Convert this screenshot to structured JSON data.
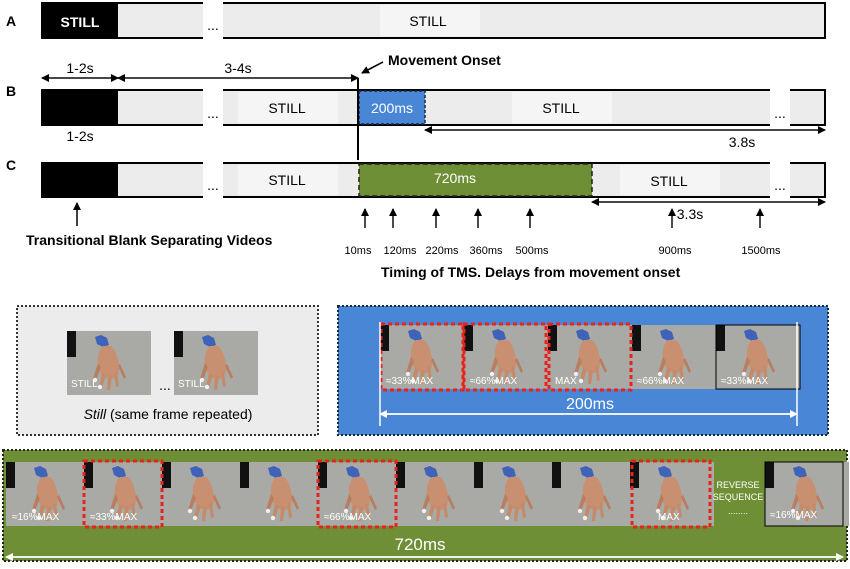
{
  "rows": {
    "a": {
      "letter": "A",
      "black_label": "STILL",
      "dots": "...",
      "still_label": "STILL"
    },
    "b": {
      "letter": "B",
      "interval_1": "1-2s",
      "interval_2": "3-4s",
      "below_black": "1-2s",
      "dots_1": "...",
      "still_1": "STILL",
      "highlight": "200ms",
      "still_2": "STILL",
      "dots_2": "...",
      "duration": "3.8s",
      "movement_onset": "Movement Onset"
    },
    "c": {
      "letter": "C",
      "dots_1": "...",
      "still_1": "STILL",
      "highlight": "720ms",
      "still_2": "STILL",
      "dots_2": "...",
      "duration": "3.3s",
      "transitional": "Transitional Blank Separating Videos",
      "tms_ticks": [
        "10ms",
        "120ms",
        "220ms",
        "360ms",
        "500ms",
        "900ms",
        "1500ms"
      ],
      "tms_title": "Timing of TMS. Delays from movement onset"
    }
  },
  "panels": {
    "still": {
      "frame_label_1": "STILL",
      "dots": "...",
      "frame_label_2": "STILL",
      "caption_italic": "Still",
      "caption_rest": " (same frame repeated)"
    },
    "ms200": {
      "frames": [
        "≈33%MAX",
        "≈66%MAX",
        "MAX",
        "≈66%MAX",
        "≈33%MAX"
      ],
      "duration": "200ms"
    },
    "ms720": {
      "frames": [
        "≈16%MAX",
        "≈33%MAX",
        "",
        "",
        "≈66%MAX",
        "",
        "",
        "MAX",
        "≈16%MAX"
      ],
      "reverse_1": "REVERSE",
      "reverse_2": "SEQUENCE",
      "reverse_dots": "........",
      "duration": "720ms"
    }
  },
  "colors": {
    "blue": "#4a86d6",
    "green": "#6e8f35",
    "red_dash": "#e8231e",
    "light_gray": "#ececec",
    "still_gray": "#f5f5f5",
    "frame_gray": "#a9aaa5"
  }
}
